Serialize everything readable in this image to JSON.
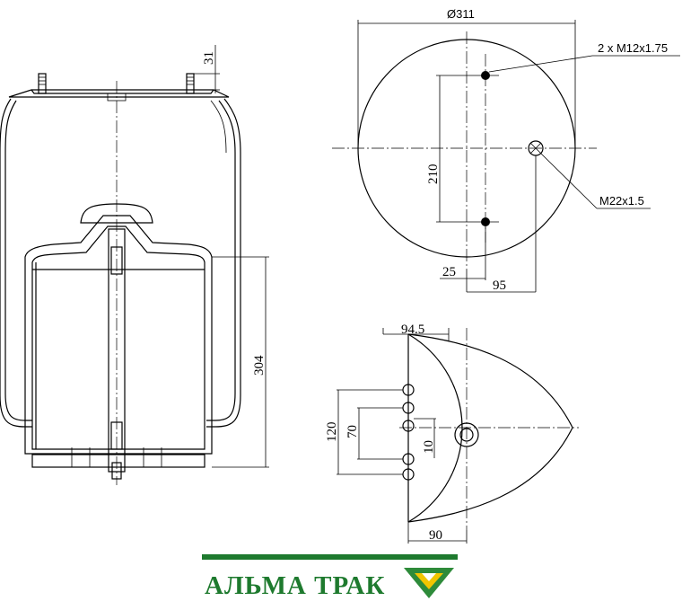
{
  "dimensions": {
    "top_diameter": "Ø311",
    "stud_callout": "2 x M12x1.75",
    "port_callout": "M22x1.5",
    "stud_spacing": "210",
    "stud_offset": "25",
    "port_offset": "95",
    "stud_height": "31",
    "piston_height": "304",
    "bottom_offset_top": "94.5",
    "bottom_span_outer": "120",
    "bottom_span_inner": "70",
    "bottom_span_small": "10",
    "bottom_offset_bottom": "90"
  },
  "brand": {
    "name": "АЛЬМА ТРАК",
    "text_color": "#1e7a2e",
    "bar_color": "#1e7a2e",
    "logo_outer_color": "#2e8b3a",
    "logo_inner_color": "#f2c500"
  }
}
